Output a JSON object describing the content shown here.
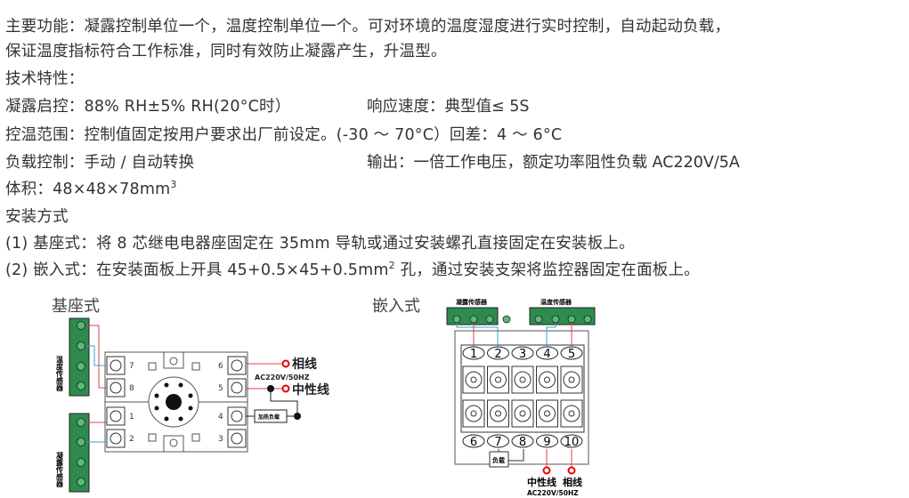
{
  "lines": [
    "主要功能：凝露控制单位一个，温度控制单位一个。可对环境的温度湿度进行实时控制，自动起动负载，",
    "保证温度指标符合工作标准，同时有效防止凝露产生，升温型。",
    "技术特性：",
    "凝露启控：88% RH±5% RH(20°C时）",
    "控温范围：控制值固定按用户要求出厂前设定。(-30 ～ 70°C）回差：4 ～ 6°C",
    "负载控制：手动 / 自动转换",
    "体积：48×48×78mm",
    "安装方式",
    "(1) 基座式：将 8 芯继电电器座固定在 35mm 导轨或通过安装螺孔直接固定在安装板上。",
    "(2) 嵌入式：在安装面板上开具 45+0.5×45+0.5mm",
    "孔，通过安装支架将监控器固定在面板上。"
  ],
  "response_speed": "响应速度：典型值≤ 5S",
  "output": "输出：一倍工作电压，额定功率阻性负载 AC220V/5A",
  "sup": "3",
  "sup2": "2",
  "base": {
    "title": "基座式",
    "temp_sensor": "温度传感器",
    "dew_sensor": "凝露传感器",
    "phase": "相线",
    "neutral": "中性线",
    "voltage": "AC220V/50HZ",
    "load": "加热负载",
    "pins": [
      "7",
      "8",
      "1",
      "2",
      "6",
      "5",
      "4",
      "3"
    ]
  },
  "embed": {
    "title": "嵌入式",
    "dew_sensor": "凝露传感器",
    "temp_sensor": "温度传感器",
    "top_pins": [
      "1",
      "2",
      "3",
      "4",
      "5"
    ],
    "bottom_pins": [
      "6",
      "7",
      "8",
      "9",
      "10"
    ],
    "load": "负载",
    "neutral": "中性线",
    "phase": "相线",
    "voltage": "AC220V/50HZ"
  }
}
